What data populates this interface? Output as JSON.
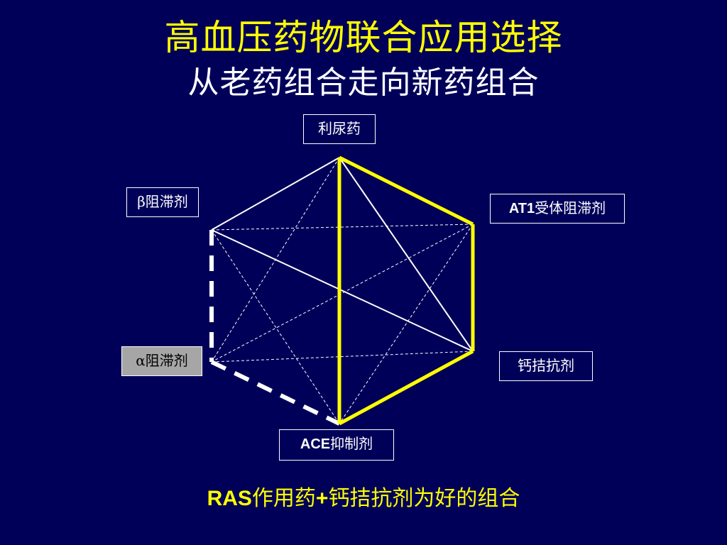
{
  "title": "高血压药物联合应用选择",
  "subtitle": "从老药组合走向新药组合",
  "nodes": {
    "diuretic": "利尿药",
    "beta_blocker": {
      "symbol": "β",
      "text": "阻滞剂"
    },
    "at1_blocker": {
      "prefix": "AT1",
      "text": "受体阻滞剂"
    },
    "alpha_blocker": {
      "symbol": "α",
      "text": "阻滞剂"
    },
    "ccb": "钙拮抗剂",
    "ace_inhibitor": {
      "prefix": "ACE",
      "text": "抑制剂"
    }
  },
  "footer": {
    "prefix": "RAS",
    "part1": "作用药",
    "plus": "+",
    "part2": "钙拮抗剂为好的组合"
  },
  "colors": {
    "background": "#000059",
    "title": "#ffff00",
    "highlight_line": "#ffff00",
    "line": "#ffffff",
    "alpha_box": "#a6a6a6"
  }
}
